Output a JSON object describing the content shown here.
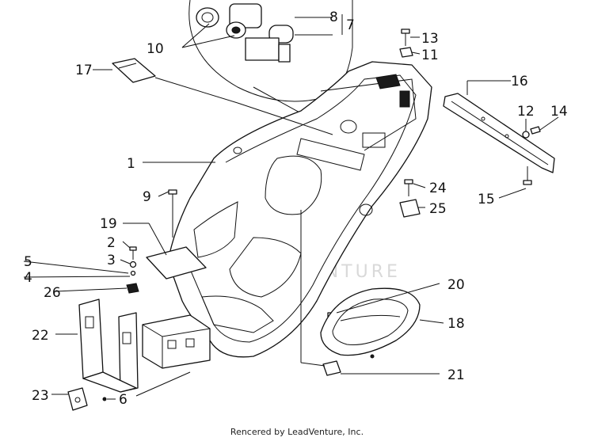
{
  "diagram": {
    "callouts": [
      {
        "id": "c1",
        "label": "1"
      },
      {
        "id": "c2",
        "label": "2"
      },
      {
        "id": "c3",
        "label": "3"
      },
      {
        "id": "c4",
        "label": "4"
      },
      {
        "id": "c5",
        "label": "5"
      },
      {
        "id": "c6",
        "label": "6"
      },
      {
        "id": "c7",
        "label": "7"
      },
      {
        "id": "c8",
        "label": "8"
      },
      {
        "id": "c9",
        "label": "9"
      },
      {
        "id": "c10",
        "label": "10"
      },
      {
        "id": "c11",
        "label": "11"
      },
      {
        "id": "c12",
        "label": "12"
      },
      {
        "id": "c13",
        "label": "13"
      },
      {
        "id": "c14",
        "label": "14"
      },
      {
        "id": "c15",
        "label": "15"
      },
      {
        "id": "c16",
        "label": "16"
      },
      {
        "id": "c17",
        "label": "17"
      },
      {
        "id": "c18",
        "label": "18"
      },
      {
        "id": "c19",
        "label": "19"
      },
      {
        "id": "c20",
        "label": "20"
      },
      {
        "id": "c21",
        "label": "21"
      },
      {
        "id": "c22",
        "label": "22"
      },
      {
        "id": "c23",
        "label": "23"
      },
      {
        "id": "c24",
        "label": "24"
      },
      {
        "id": "c25",
        "label": "25"
      },
      {
        "id": "c26",
        "label": "26"
      }
    ],
    "watermark": "LEADVENTURE",
    "credit": "Rencered by LeadVenture, Inc."
  }
}
